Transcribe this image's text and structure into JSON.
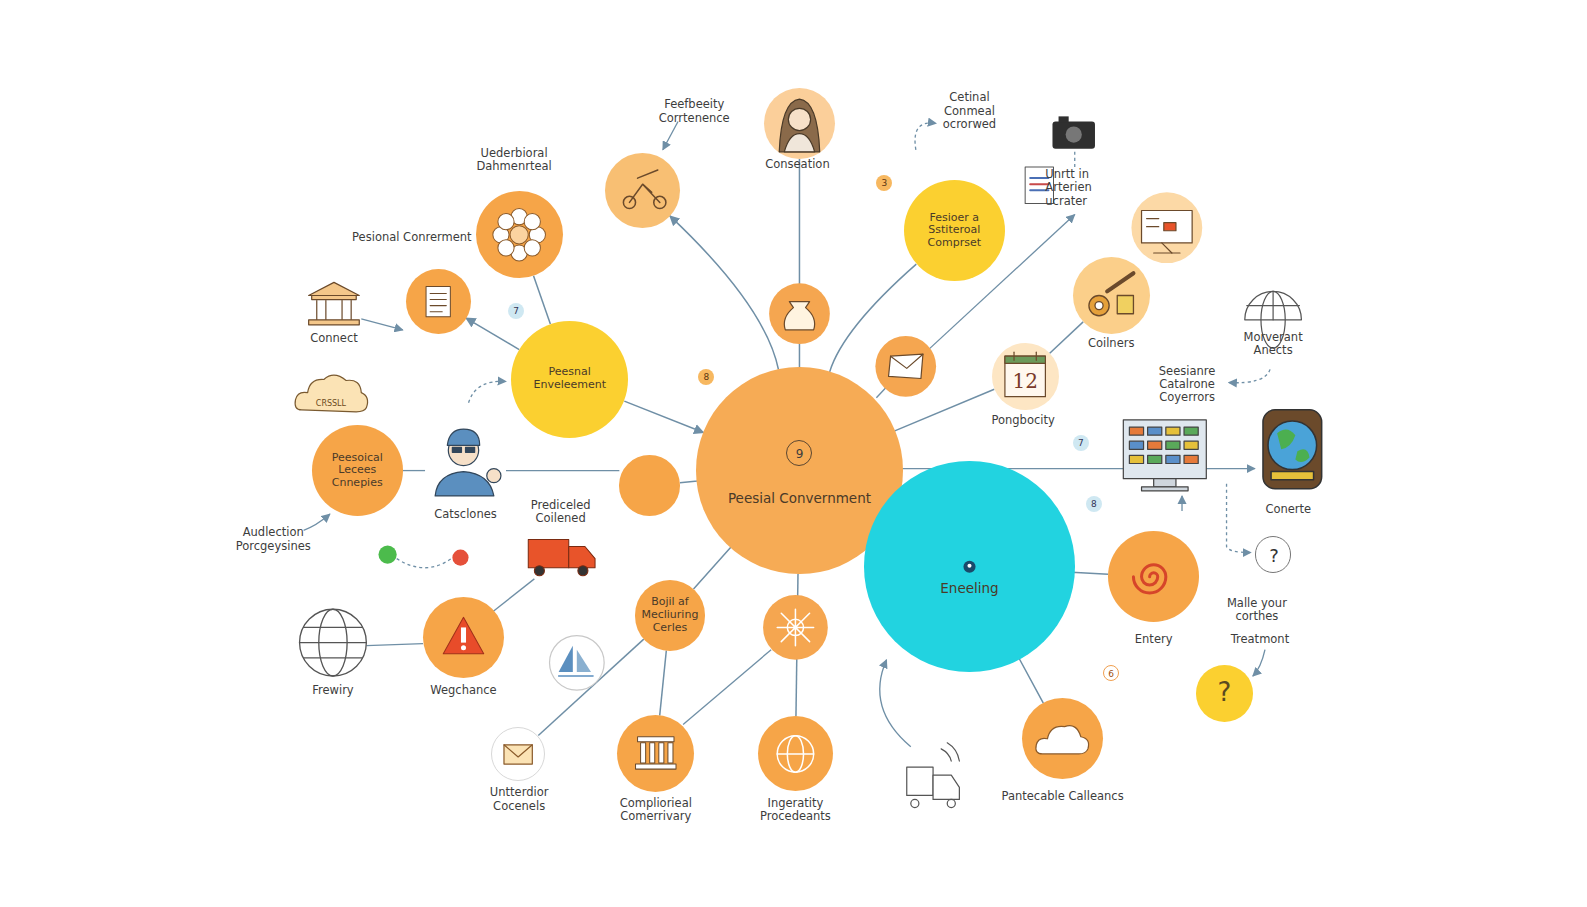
{
  "diagram": {
    "nodes": [
      {
        "text": [
          "9",
          "Peesial Convernment"
        ]
      },
      {
        "text": [
          "Eneeling"
        ]
      },
      {
        "text": [
          "Peesnal Enveleement"
        ]
      },
      {
        "text": [
          "Fesioer a Sstiteroal Comprset"
        ]
      },
      {
        "text": [
          "Uederbioral Dahmenrteal"
        ]
      },
      {
        "text": [
          "Pesional Conrerment"
        ]
      },
      {
        "text": [
          "Feefbeeity Corrtenence"
        ]
      },
      {
        "text": [
          "Conseation"
        ]
      },
      {
        "text": [
          "Coilners"
        ]
      },
      {
        "text": [
          "12",
          "Pongbocity"
        ]
      },
      {
        "text": [
          "Peesoical Lecees Cnnepies"
        ]
      },
      {
        "text": [
          "Prediceled Coilened"
        ]
      },
      {
        "text": [
          "Wegchance"
        ]
      },
      {
        "text": [
          "Bojil af Mecliuring Cerles"
        ]
      },
      {
        "text": [
          "Untterdior Cocenels"
        ]
      },
      {
        "text": [
          "Compliorieal Comerrivary"
        ]
      },
      {
        "text": [
          "Ingeratity Procedeants"
        ]
      },
      {
        "text": [
          "Entery"
        ]
      },
      {
        "text": [
          "Pantecable Calleancs"
        ]
      },
      {
        "text": [
          "?"
        ]
      },
      {
        "text": [
          "?"
        ]
      }
    ],
    "edges": [
      {
        "from": 2,
        "to": 0,
        "arrow": "to"
      },
      {
        "from": 2,
        "to": 5,
        "arrow": "to"
      },
      {
        "from": 2,
        "to": 4,
        "arrow": "none"
      },
      {
        "from": 0,
        "to": 6,
        "arrow": "to"
      },
      {
        "from": 0,
        "to": 7,
        "arrow": "none"
      },
      {
        "from": 0,
        "to": 3,
        "arrow": "none"
      },
      {
        "from": 0,
        "to": 9,
        "arrow": "none"
      },
      {
        "from": 9,
        "to": 8,
        "arrow": "none"
      },
      {
        "from": 13,
        "to": 0,
        "arrow": "to"
      },
      {
        "from": 0,
        "to": 16,
        "arrow": "none"
      },
      {
        "from": 13,
        "to": 15,
        "arrow": "none"
      },
      {
        "from": 13,
        "to": 14,
        "arrow": "none"
      },
      {
        "from": 1,
        "to": 17,
        "arrow": "none"
      },
      {
        "from": 1,
        "to": 18,
        "arrow": "none"
      },
      {
        "from": 0,
        "to": 11,
        "arrow": "none"
      }
    ],
    "labels": [
      "Connect",
      "CRSSLL",
      "Catsclones",
      "Audlection Porcgeysines",
      "Frewiry",
      "Cetinal Conmeal ocrorwed",
      "Unrtt in Arterien ucrater",
      "Morverant Anects",
      "Seesianre Catalrone Coyerrors",
      "Conerte",
      "Malle your corthes",
      "Treatmont",
      "7",
      "8",
      "3",
      "7",
      "8",
      "6"
    ]
  }
}
